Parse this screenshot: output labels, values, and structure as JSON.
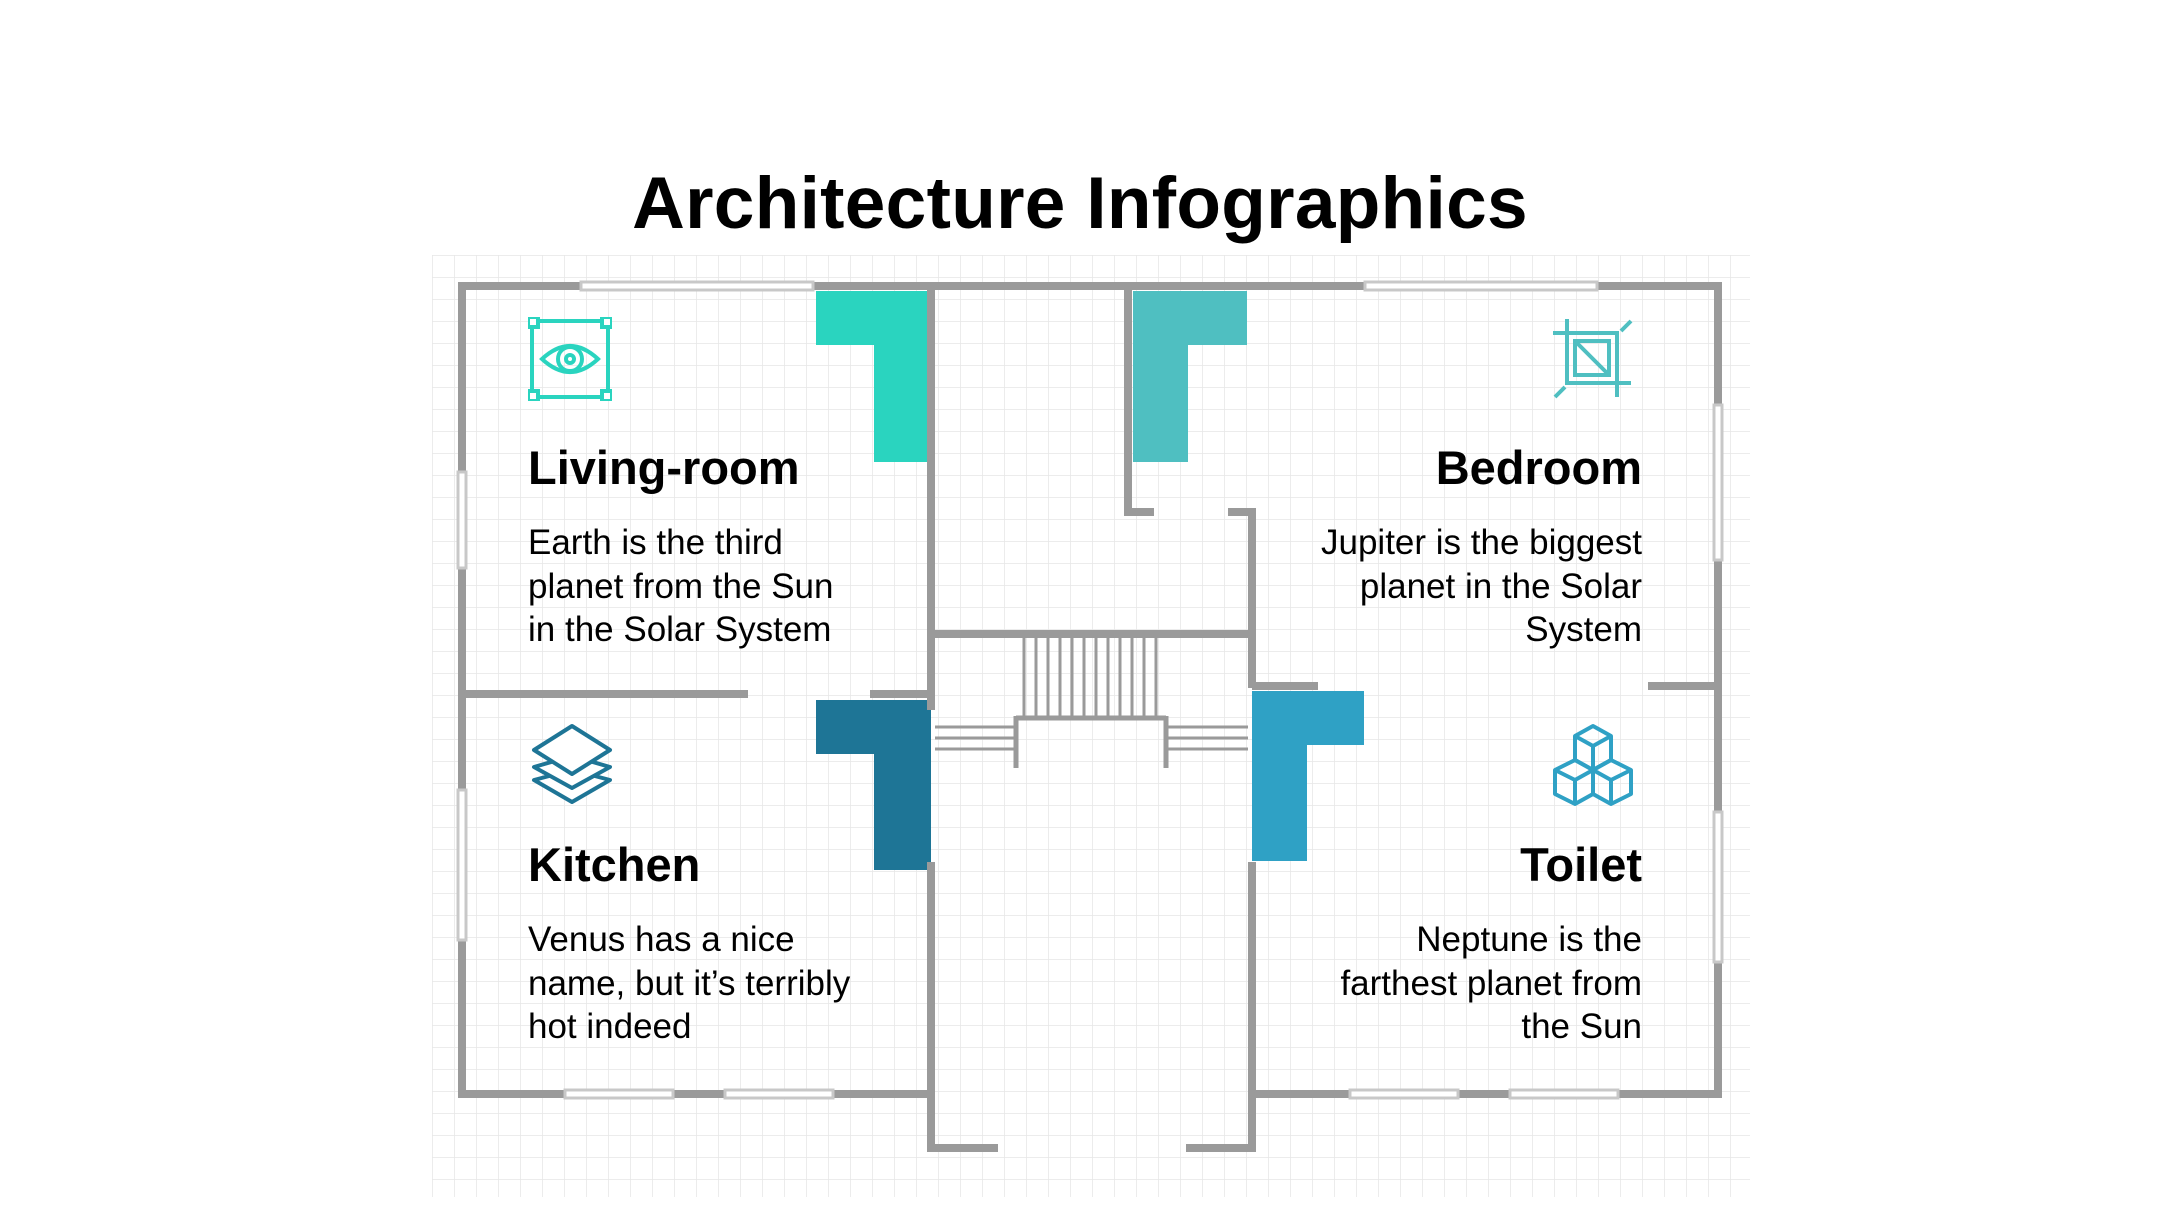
{
  "title": "Architecture Infographics",
  "rooms": {
    "living": {
      "name": "Living-room",
      "description": [
        "Earth is the third",
        "planet from the Sun",
        "in the Solar System"
      ],
      "icon": "eye-icon",
      "color": "#2ad4bf"
    },
    "bedroom": {
      "name": "Bedroom",
      "description": [
        "Jupiter is the biggest",
        "planet in the Solar",
        "System"
      ],
      "icon": "crop-icon",
      "color": "#4fbfc1"
    },
    "kitchen": {
      "name": "Kitchen",
      "description": [
        "Venus has a nice",
        "name, but it’s terribly",
        "hot indeed"
      ],
      "icon": "layers-icon",
      "color": "#1e7596"
    },
    "toilet": {
      "name": "Toilet",
      "description": [
        "Neptune is the",
        "farthest planet from",
        "the Sun"
      ],
      "icon": "cubes-icon",
      "color": "#2fa1c5"
    }
  },
  "colors": {
    "wall": "#9a9a9a",
    "grid": "#e6e6e6",
    "window": "#c8c8c8"
  }
}
